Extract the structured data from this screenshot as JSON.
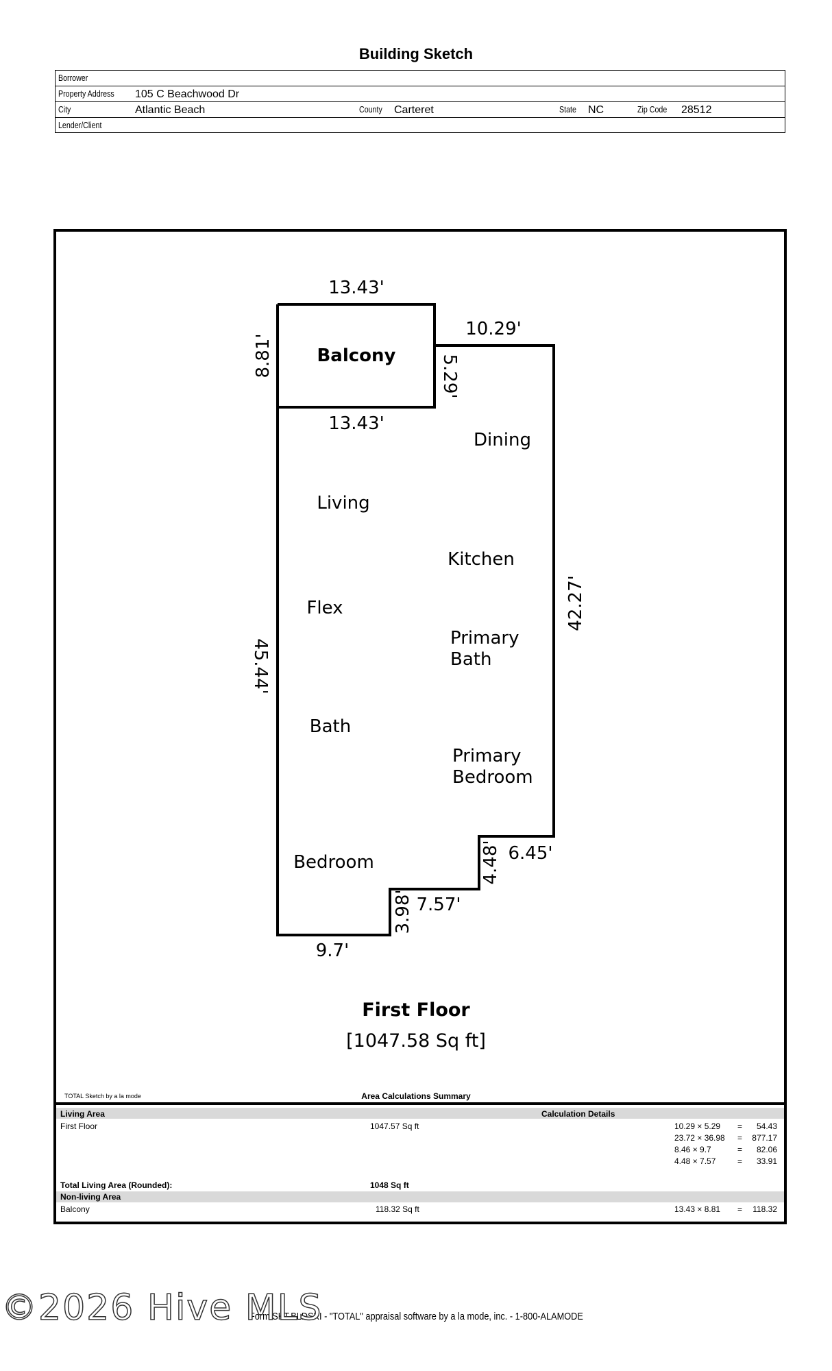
{
  "title": "Building Sketch",
  "header": {
    "borrower_label": "Borrower",
    "borrower_value": "",
    "address_label": "Property Address",
    "address_value": "105 C Beachwood Dr",
    "city_label": "City",
    "city_value": "Atlantic Beach",
    "county_label": "County",
    "county_value": "Carteret",
    "state_label": "State",
    "state_value": "NC",
    "zip_label": "Zip Code",
    "zip_value": "28512",
    "lender_label": "Lender/Client",
    "lender_value": ""
  },
  "sketch": {
    "rooms": {
      "balcony": "Balcony",
      "dining": "Dining",
      "living": "Living",
      "kitchen": "Kitchen",
      "flex": "Flex",
      "primary_bath_1": "Primary",
      "primary_bath_2": "Bath",
      "bath": "Bath",
      "primary_bedroom_1": "Primary",
      "primary_bedroom_2": "Bedroom",
      "bedroom": "Bedroom"
    },
    "dimensions": {
      "balcony_top": "13.43'",
      "balcony_bottom": "13.43'",
      "balcony_left": "8.81'",
      "balcony_right": "5.29'",
      "top_right": "10.29'",
      "right": "42.27'",
      "left": "45.44'",
      "step_h_upper": "6.45'",
      "step_v_upper": "4.48'",
      "step_h_lower": "7.57'",
      "step_v_lower": "3.98'",
      "bottom": "9.7'"
    },
    "floor_name": "First Floor",
    "floor_area": "[1047.58 Sq ft]",
    "software_note": "TOTAL Sketch by a la mode"
  },
  "summary": {
    "title": "Area Calculations Summary",
    "living_header": "Living Area",
    "calc_header": "Calculation Details",
    "first_floor_label": "First Floor",
    "first_floor_area": "1047.57 Sq ft",
    "calculations": [
      {
        "expr": "10.29 × 5.29",
        "eq": "=",
        "result": "54.43"
      },
      {
        "expr": "23.72 × 36.98",
        "eq": "=",
        "result": "877.17"
      },
      {
        "expr": "8.46 × 9.7",
        "eq": "=",
        "result": "82.06"
      },
      {
        "expr": "4.48 × 7.57",
        "eq": "=",
        "result": "33.91"
      }
    ],
    "total_label": "Total Living Area (Rounded):",
    "total_value": "1048 Sq ft",
    "nonliving_header": "Non-living Area",
    "balcony_label": "Balcony",
    "balcony_area": "118.32 Sq ft",
    "balcony_calc": {
      "expr": "13.43 × 8.81",
      "eq": "=",
      "result": "118.32"
    }
  },
  "footer": "Form SKT.BLDSKI - \"TOTAL\" appraisal software by a la mode, inc. - 1-800-ALAMODE",
  "watermark": "©2026 Hive MLS"
}
